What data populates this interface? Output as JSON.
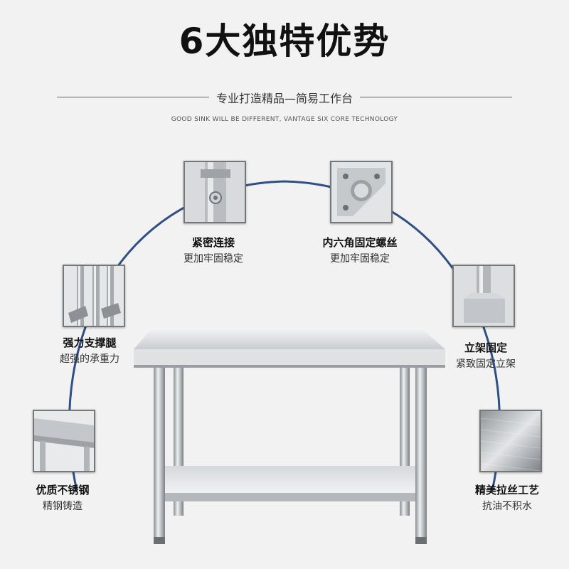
{
  "title": "6大独特优势",
  "subtitle": "专业打造精品—简易工作台",
  "english": "GOOD SINK WILL BE DIFFERENT, VANTAGE SIX CORE TECHNOLOGY",
  "features": [
    {
      "id": "tight-joint",
      "title": "紧密连接",
      "desc": "更加牢固稳定",
      "icon": "joint-photo"
    },
    {
      "id": "hex-screw",
      "title": "内六角固定螺丝",
      "desc": "更加牢固稳定",
      "icon": "screw-photo"
    },
    {
      "id": "strong-legs",
      "title": "强力支撑腿",
      "desc": "超强的承重力",
      "icon": "legs-photo"
    },
    {
      "id": "frame-fix",
      "title": "立架固定",
      "desc": "紧致固定立架",
      "icon": "frame-photo"
    },
    {
      "id": "quality-steel",
      "title": "优质不锈钢",
      "desc": "精钢铸造",
      "icon": "steel-photo"
    },
    {
      "id": "brushed-finish",
      "title": "精美拉丝工艺",
      "desc": "抗油不积水",
      "icon": "brushed-photo"
    }
  ],
  "colors": {
    "arc": "#2f4f86",
    "background": "#f2f2f2"
  }
}
